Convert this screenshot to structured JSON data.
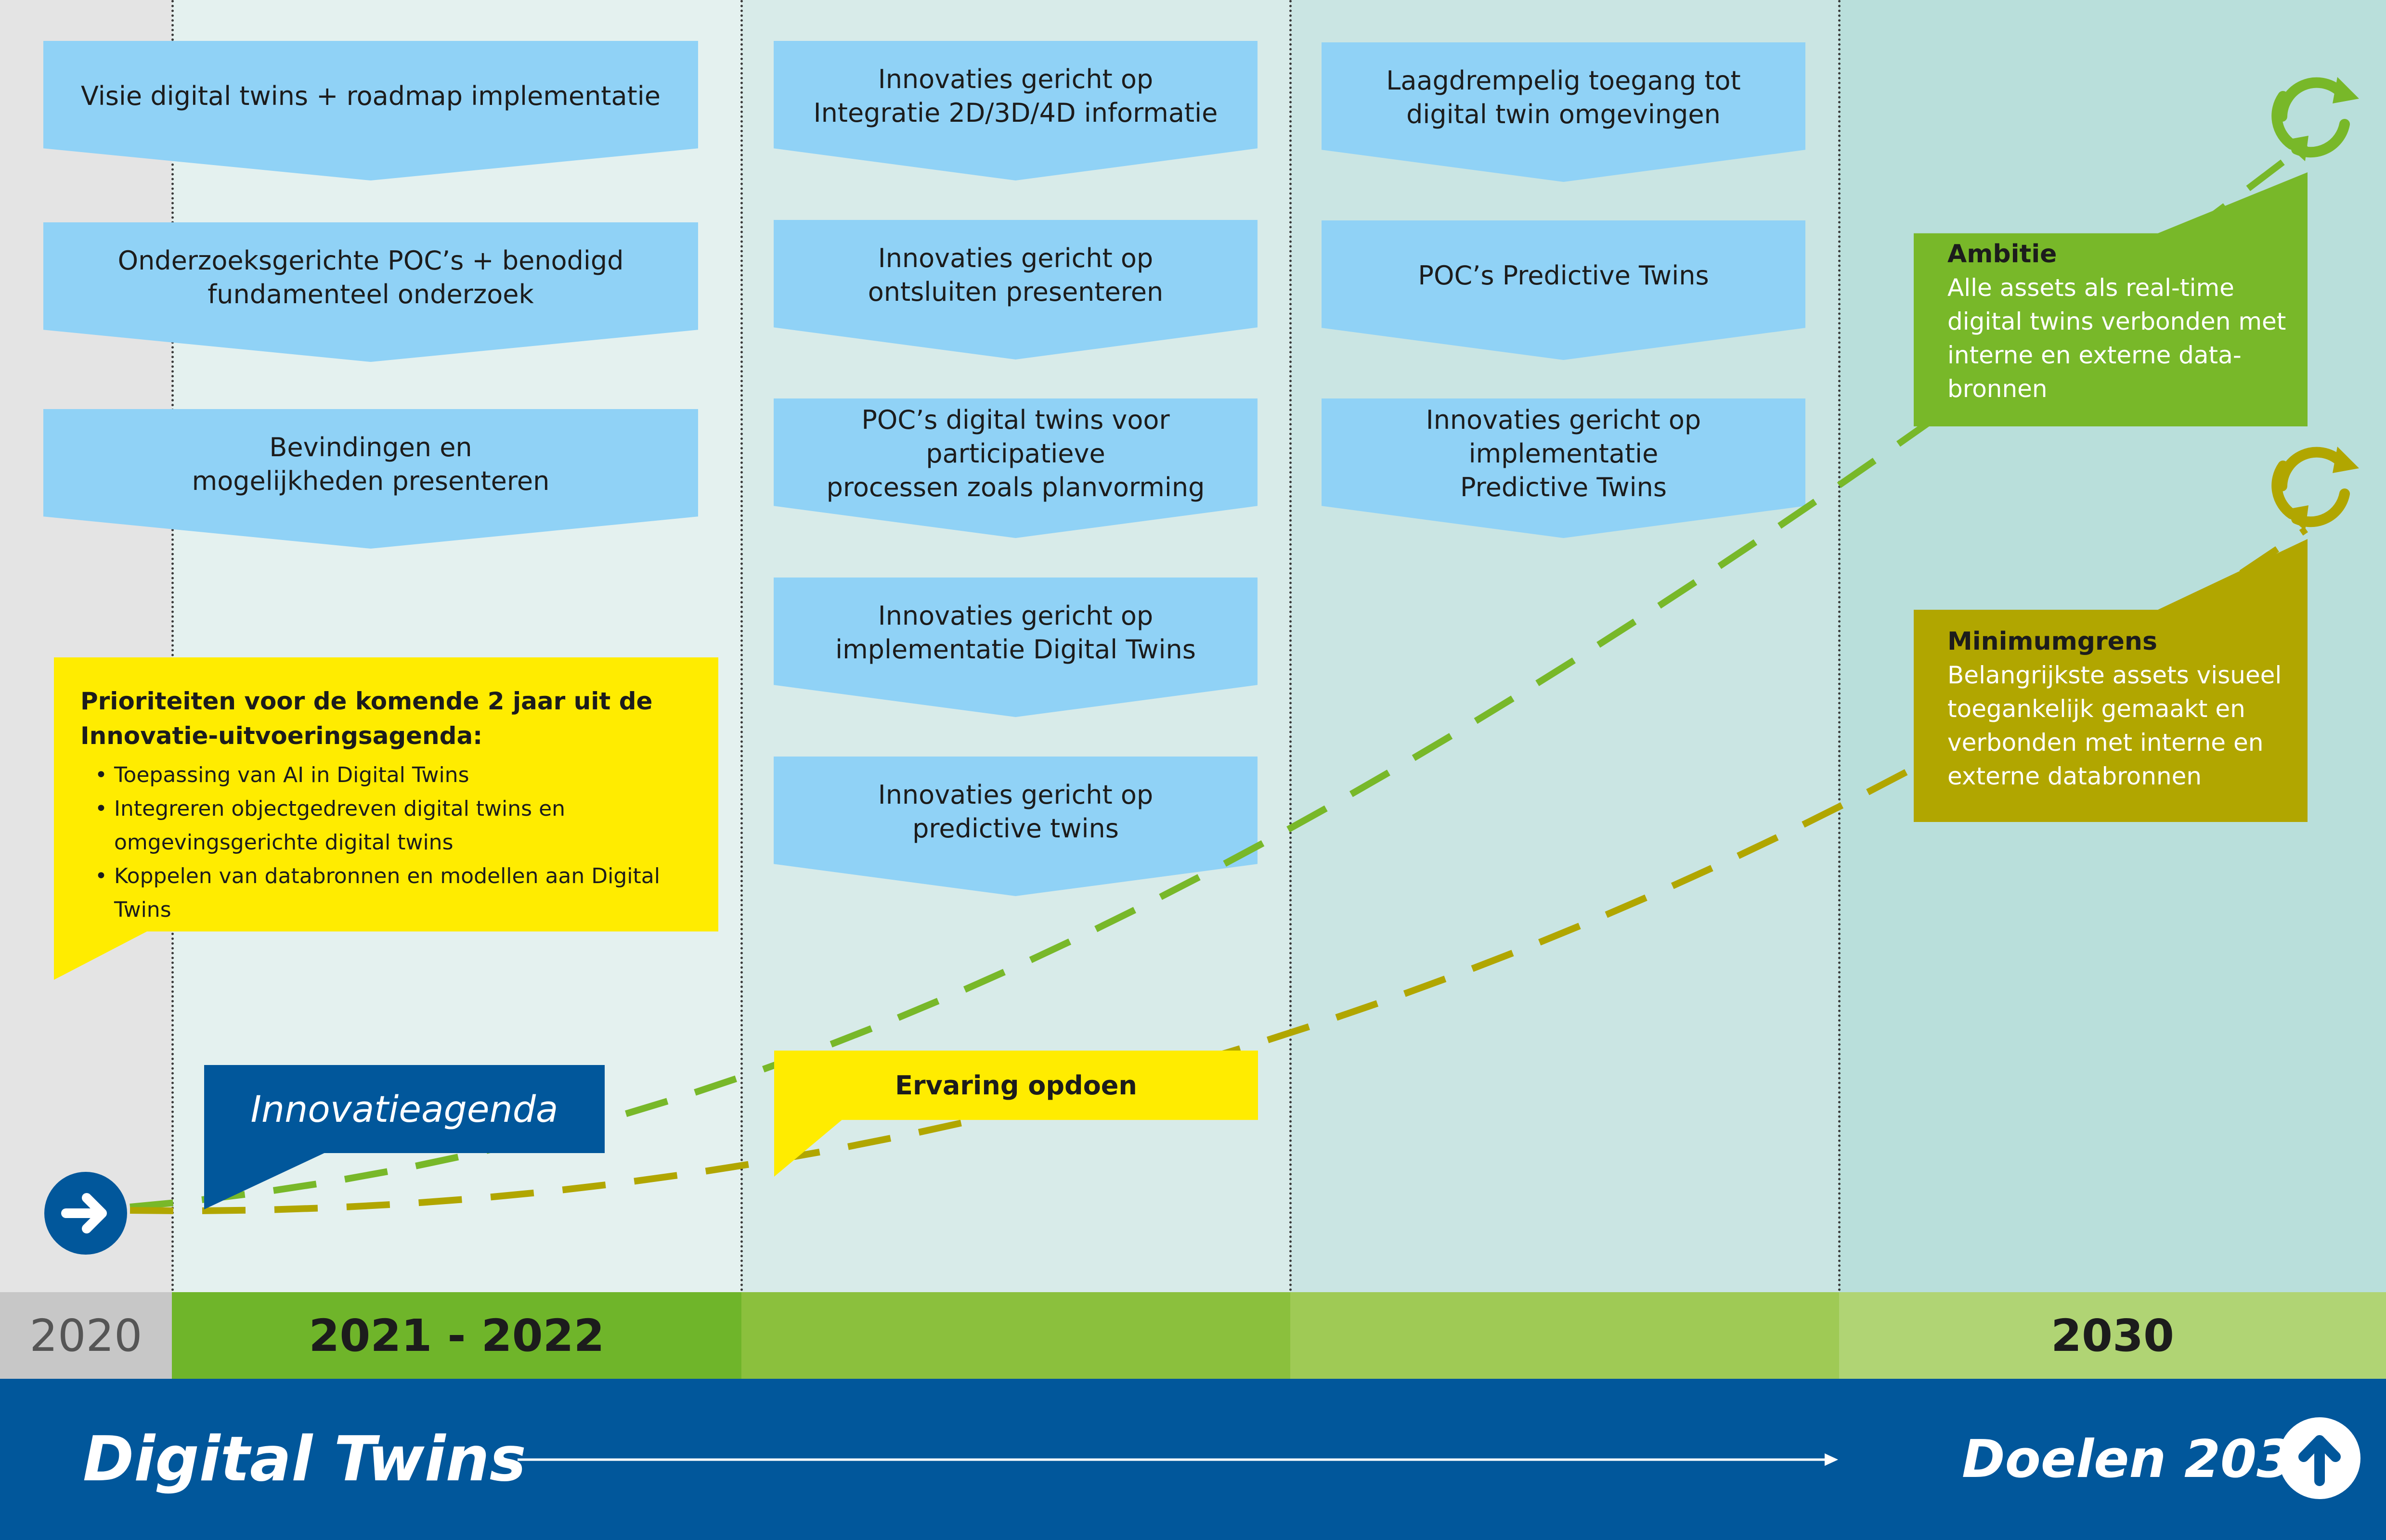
{
  "title": "Digital Twins",
  "goals_label": "Doelen 2030:",
  "years": {
    "y2020": "2020",
    "y2021": "2021 - 2022",
    "y2030": "2030"
  },
  "colors": {
    "light_blue": "#90d2f6",
    "yellow": "#ffec00",
    "ambitie_green": "#78b829",
    "minimum_olive": "#b1a600",
    "navy": "#01579b",
    "band_green_dark": "#6fb52a",
    "band_green_mid": "#8bc03d",
    "band_green_light": "#9fca55",
    "band_green_lightest": "#b0d474",
    "band_gray": "#c7c7c7"
  },
  "columns": {
    "col1": [
      {
        "text": "Visie digital twins + roadmap implementatie"
      },
      {
        "text": "Onderzoeksgerichte POC’s + benodigd\nfundamenteel onderzoek"
      },
      {
        "text": "Bevindingen en\nmogelijkheden presenteren"
      }
    ],
    "col2": [
      {
        "text": "Innovaties gericht op\nIntegratie 2D/3D/4D informatie"
      },
      {
        "text": "Innovaties gericht op\nontsluiten presenteren"
      },
      {
        "text": "POC’s digital twins voor participatieve\nprocessen zoals planvorming"
      },
      {
        "text": "Innovaties gericht op\nimplementatie Digital Twins"
      },
      {
        "text": "Innovaties gericht op\npredictive twins"
      }
    ],
    "col3": [
      {
        "text": "Laagdrempelig toegang tot\ndigital twin omgevingen"
      },
      {
        "text": "POC’s Predictive Twins"
      },
      {
        "text": "Innovaties gericht op implementatie\nPredictive Twins"
      }
    ]
  },
  "priorities": {
    "heading": "Prioriteiten voor de komende 2 jaar uit de\nInnovatie-uitvoeringsagenda:",
    "items": [
      "Toepassing van AI in Digital Twins",
      "Integreren objectgedreven digital twins en\nomgevingsgerichte digital twins",
      "Koppelen van databronnen en  modellen aan Digital Twins"
    ]
  },
  "innovatieagenda_label": "Innovatieagenda",
  "ervaring_label": "Ervaring opdoen",
  "ambitie": {
    "title": "Ambitie",
    "text": "Alle assets als real-time\ndigital twins verbonden met\ninterne en externe data-\nbronnen"
  },
  "minimum": {
    "title": "Minimumgrens",
    "text": "Belangrijkste assets visueel\ntoegankelijk gemaakt en\nverbonden met interne en\nexterne databronnen"
  },
  "icons": {
    "start": "arrow-right-icon",
    "goal": "arrow-up-icon",
    "cycle": "recycle-icon"
  }
}
